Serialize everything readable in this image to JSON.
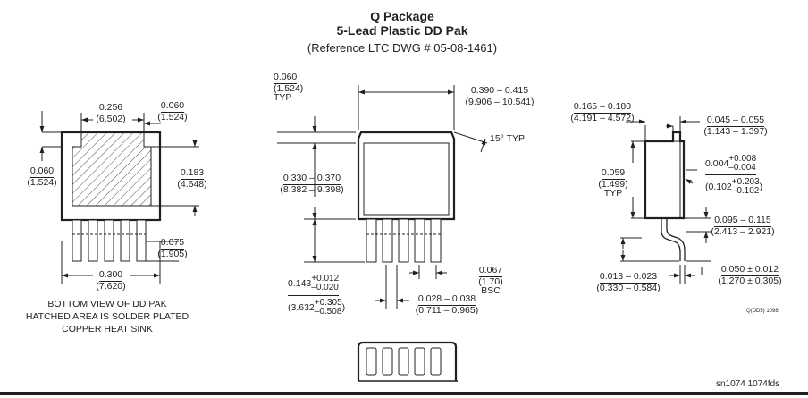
{
  "header": {
    "title": "Q Package",
    "subtitle": "5-Lead Plastic DD Pak",
    "reference": "(Reference LTC DWG # 05-08-1461)"
  },
  "bottom_view": {
    "dim_width_in": "0.256",
    "dim_width_mm": "(6.502)",
    "dim_tab_in": "0.060",
    "dim_tab_mm": "(1.524)",
    "dim_left_in": "0.060",
    "dim_left_mm": "(1.524)",
    "dim_height_in": "0.183",
    "dim_height_mm": "(4.648)",
    "dim_lead_in": "0.075",
    "dim_lead_mm": "(1.905)",
    "dim_span_in": "0.300",
    "dim_span_mm": "(7.620)",
    "note_line1": "BOTTOM VIEW OF DD PAK",
    "note_line2": "HATCHED AREA IS SOLDER PLATED",
    "note_line3": "COPPER HEAT SINK"
  },
  "top_view": {
    "dim_typ_in": "0.060",
    "dim_typ_mm": "(1.524)",
    "typ": "TYP",
    "dim_width_in": "0.390 – 0.415",
    "dim_width_mm": "(9.906 – 10.541)",
    "angle": "15° TYP",
    "dim_body_in": "0.330 – 0.370",
    "dim_body_mm": "(8.382 – 9.398)",
    "dim_pitch_in": "0.067",
    "dim_pitch_mm": "(1.70)",
    "bsc": "BSC",
    "dim_lead_nom": "0.143",
    "dim_lead_tol_plus": "+0.012",
    "dim_lead_tol_minus": "–0.020",
    "dim_lead_mm_nom": "3.632",
    "dim_lead_mm_plus": "+0.305",
    "dim_lead_mm_minus": "–0.508",
    "dim_leadw_in": "0.028 – 0.038",
    "dim_leadw_mm": "(0.711 – 0.965)"
  },
  "side_view": {
    "dim_height_in": "0.165 – 0.180",
    "dim_height_mm": "(4.191 – 4.572)",
    "dim_tab_in": "0.045 – 0.055",
    "dim_tab_mm": "(1.143 – 1.397)",
    "dim_standoff_nom": "0.004",
    "dim_standoff_plus": "+0.008",
    "dim_standoff_minus": "–0.004",
    "dim_standoff_mm_nom": "0.102",
    "dim_standoff_mm_plus": "+0.203",
    "dim_standoff_mm_minus": "–0.102",
    "dim_left_in": "0.059",
    "dim_left_mm": "(1.499)",
    "typ": "TYP",
    "dim_lead_in": "0.095 – 0.115",
    "dim_lead_mm": "(2.413 – 2.921)",
    "dim_foot_in": "0.013 – 0.023",
    "dim_foot_mm": "(0.330 – 0.584)",
    "dim_thick_in": "0.050 ± 0.012",
    "dim_thick_mm": "(1.270 ± 0.305)",
    "code": "Q(DD5) 1098"
  },
  "footer": {
    "doc_id": "sn1074 1074fds"
  }
}
